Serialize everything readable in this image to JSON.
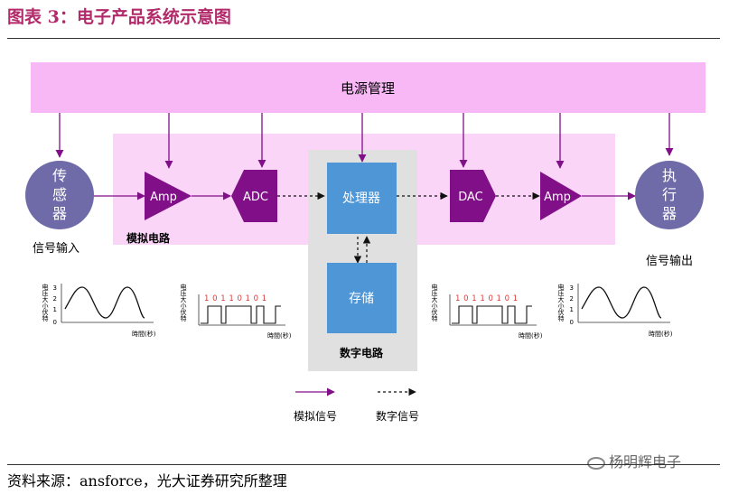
{
  "title": "图表 3：电子产品系统示意图",
  "source": "资料来源：ansforce，光大证券研究所整理",
  "watermark": "杨明辉电子",
  "power": "电源管理",
  "sensor": "传\n感\n器",
  "actuator": "执\n行\n器",
  "input_label": "信号输入",
  "output_label": "信号输出",
  "analog_label": "模拟电路",
  "digital_label": "数字电路",
  "amp_in": "Amp",
  "adc": "ADC",
  "processor": "处理器",
  "storage": "存储",
  "dac": "DAC",
  "amp_out": "Amp",
  "legend": {
    "analog": "模拟信号",
    "digital": "数字信号"
  },
  "waveforms": {
    "ylabel": "电压大小伏特",
    "xlabel": "時間(秒)",
    "ticks": [
      "3",
      "2",
      "1",
      "0"
    ],
    "bits": "1 0 1 1 0 1 0 1"
  },
  "colors": {
    "power_band": "#f8b7f5",
    "analog_region": "#fbd5f8",
    "digital_region": "#e0e0e0",
    "chip_blue": "#4f96d6",
    "component_purple": "#800f88",
    "node_slate": "#6f6ba8",
    "bits_red": "#d83b3b"
  }
}
